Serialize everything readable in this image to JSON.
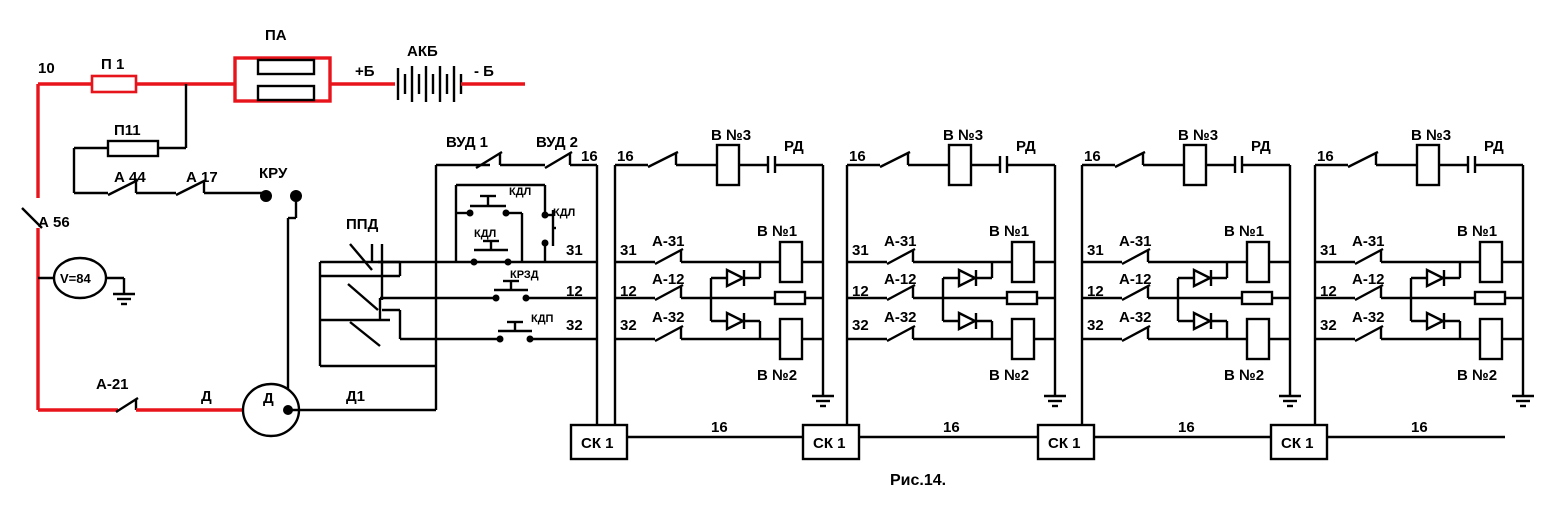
{
  "figure": {
    "caption": "Рис.14.",
    "colors": {
      "wire": "#000000",
      "power_circuit": "#e8141c",
      "background": "#ffffff"
    }
  },
  "power": {
    "wire_10": "10",
    "fuse_p1": "П 1",
    "fuse_pa": "ПА",
    "battery": "АКБ",
    "plus": "+Б",
    "minus": "- Б",
    "fuse_p11": "П11",
    "contact_a44": "А 44",
    "contact_a17": "А 17",
    "kru": "КРУ",
    "contact_a56": "А 56",
    "voltmeter": "V=84",
    "contact_a21": "А-21",
    "wire_d": "Д",
    "motor_d": "Д",
    "wire_d1": "Д1"
  },
  "control": {
    "vud1": "ВУД 1",
    "vud2": "ВУД 2",
    "wire_16": "16",
    "ppd": "ППД",
    "kdl1": "КДЛ",
    "kdl2": "КДЛ",
    "kdl3": "КДЛ",
    "krzd": "КРЗД",
    "kdp": "КДП",
    "wire_31": "31",
    "wire_12": "12",
    "wire_32": "32"
  },
  "sections": [
    {
      "w16": "16",
      "b3": "В №3",
      "rd": "РД",
      "w31": "31",
      "a31": "А-31",
      "b1": "В №1",
      "w12": "12",
      "a12": "А-12",
      "w32": "32",
      "a32": "А-32",
      "b2": "В №2",
      "sk": "СК 1",
      "bus": "16"
    },
    {
      "w16": "16",
      "b3": "В №3",
      "rd": "РД",
      "w31": "31",
      "a31": "А-31",
      "b1": "В №1",
      "w12": "12",
      "a12": "А-12",
      "w32": "32",
      "a32": "А-32",
      "b2": "В №2",
      "sk": "СК 1",
      "bus": "16"
    },
    {
      "w16": "16",
      "b3": "В №3",
      "rd": "РД",
      "w31": "31",
      "a31": "А-31",
      "b1": "В №1",
      "w12": "12",
      "a12": "А-12",
      "w32": "32",
      "a32": "А-32",
      "b2": "В №2",
      "sk": "СК 1",
      "bus": "16"
    },
    {
      "w16": "16",
      "b3": "В №3",
      "rd": "РД",
      "w31": "31",
      "a31": "А-31",
      "b1": "В №1",
      "w12": "12",
      "a12": "А-12",
      "w32": "32",
      "a32": "А-32",
      "b2": "В №2",
      "sk": "СК 1",
      "bus": "16"
    }
  ]
}
